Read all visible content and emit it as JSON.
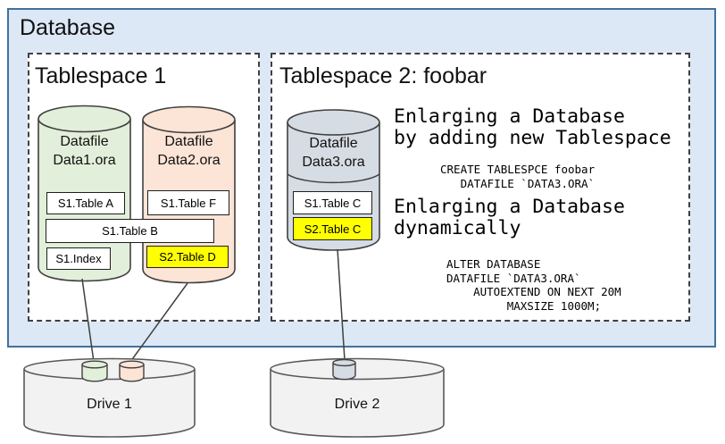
{
  "database": {
    "title": "Database"
  },
  "tablespaces": [
    {
      "title": "Tablespace 1",
      "datafiles": [
        {
          "line1": "Datafile",
          "line2": "Data1.ora"
        },
        {
          "line1": "Datafile",
          "line2": "Data2.ora"
        }
      ],
      "tables": [
        {
          "label": "S1.Table A"
        },
        {
          "label": "S1.Table F"
        },
        {
          "label": "S1.Table B"
        },
        {
          "label": "S1.Index"
        },
        {
          "label": "S2.Table D",
          "highlight": true
        }
      ]
    },
    {
      "title": "Tablespace 2: foobar",
      "datafiles": [
        {
          "line1": "Datafile",
          "line2": "Data3.ora"
        }
      ],
      "tables": [
        {
          "label": "S1.Table C"
        },
        {
          "label": "S2.Table C",
          "highlight": true
        }
      ],
      "notes": {
        "heading1": "Enlarging a Database\nby adding new Tablespace",
        "code1": "CREATE TABLESPCE foobar\n   DATAFILE `DATA3.ORA`",
        "heading2": "Enlarging a Database\ndynamically",
        "code2": "ALTER DATABASE\nDATAFILE `DATA3.ORA`\n    AUTOEXTEND ON NEXT 20M\n         MAXSIZE 1000M;"
      }
    }
  ],
  "drives": [
    {
      "label": "Drive 1"
    },
    {
      "label": "Drive 2"
    }
  ],
  "colors": {
    "database_fill": "#dce8f5",
    "database_border": "#41719c",
    "tablespace_fill": "#ffffff",
    "datafile1_fill": "#e2efda",
    "datafile2_fill": "#fce4d6",
    "datafile3_fill": "#d6dce4",
    "highlight_fill": "#ffff00",
    "drive_fill": "#f2f2f2",
    "outline": "#404040"
  }
}
